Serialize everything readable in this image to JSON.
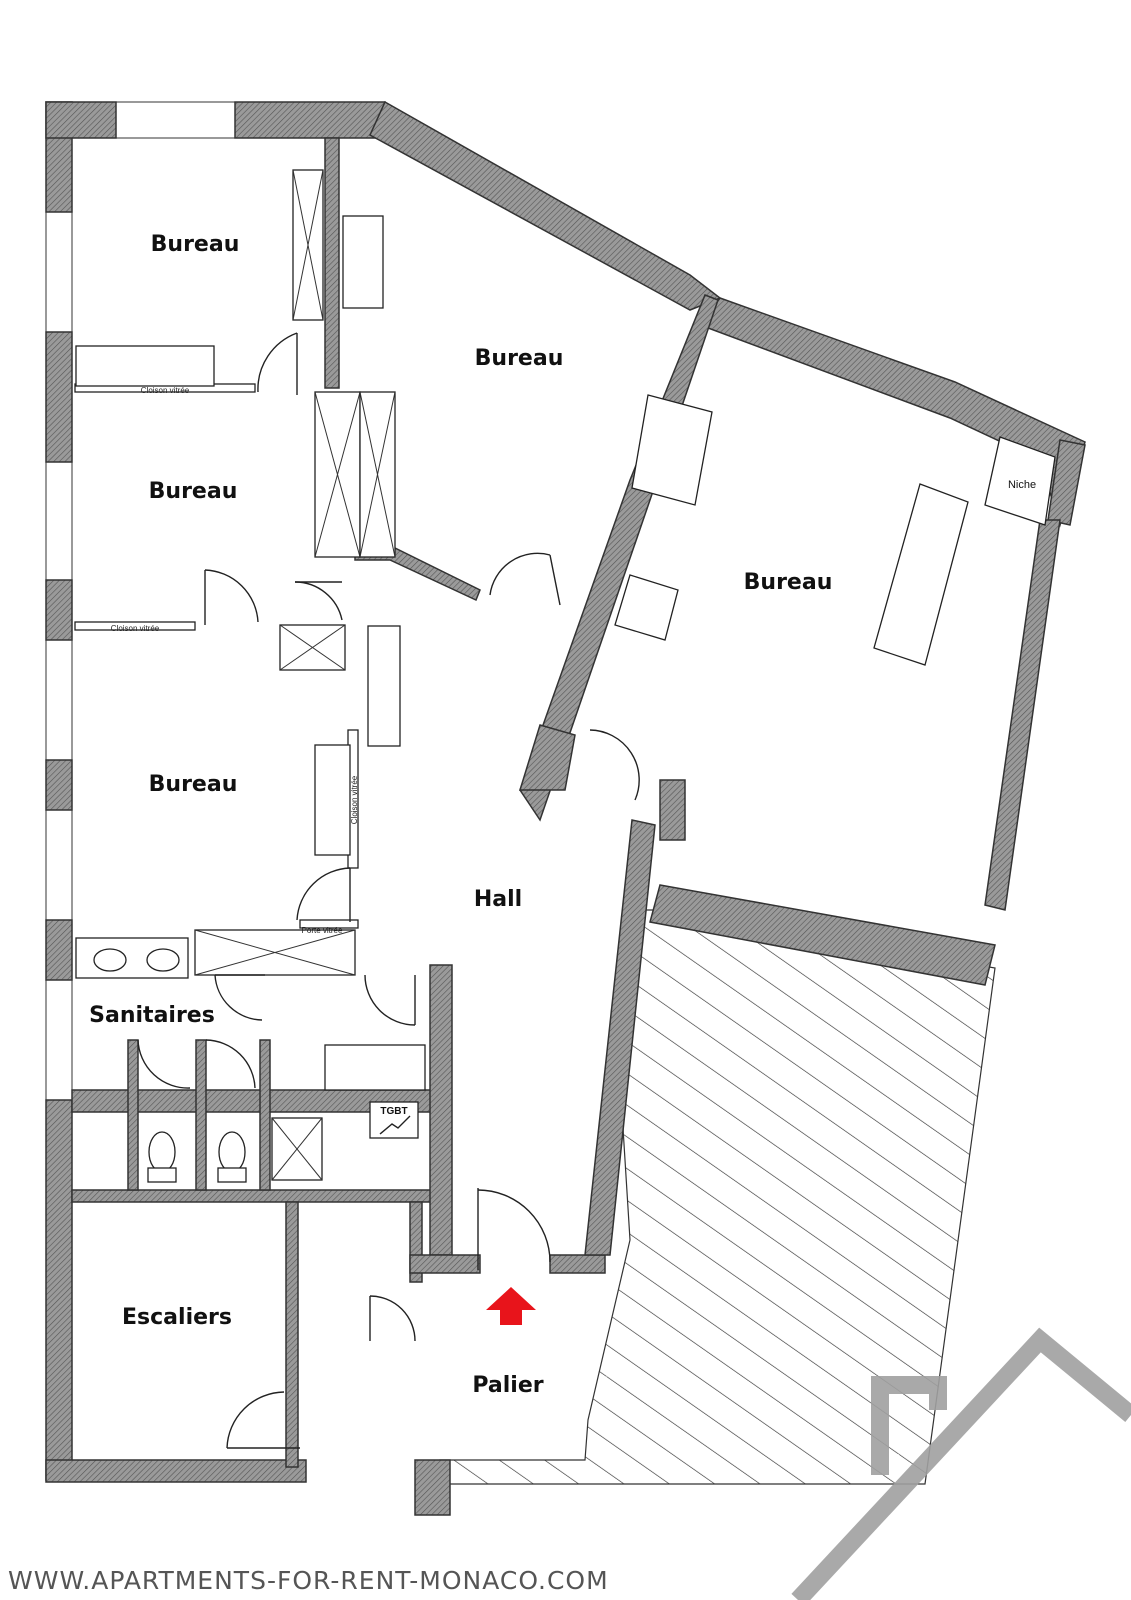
{
  "rooms": {
    "bureau_1": "Bureau",
    "bureau_2": "Bureau",
    "bureau_3": "Bureau",
    "bureau_4": "Bureau",
    "bureau_5": "Bureau",
    "hall": "Hall",
    "sanitaires": "Sanitaires",
    "escaliers": "Escaliers",
    "palier": "Palier"
  },
  "labels": {
    "cloison_1": "Cloison vitrée",
    "cloison_2": "Cloison vitrée",
    "cloison_3": "Cloison vitrée",
    "porte": "Porte vitrée",
    "niche": "Niche",
    "tgbt": "TGBT"
  },
  "watermark": {
    "website": "WWW.APARTMENTS-FOR-RENT-MONACO.COM"
  },
  "colors": {
    "wall": "#888888",
    "entrance_arrow": "#e8141b",
    "logo": "#a0a0a0",
    "website_text": "#555555"
  },
  "icons": {
    "entrance": "red-up-arrow",
    "logo": "house-outline-logo"
  }
}
